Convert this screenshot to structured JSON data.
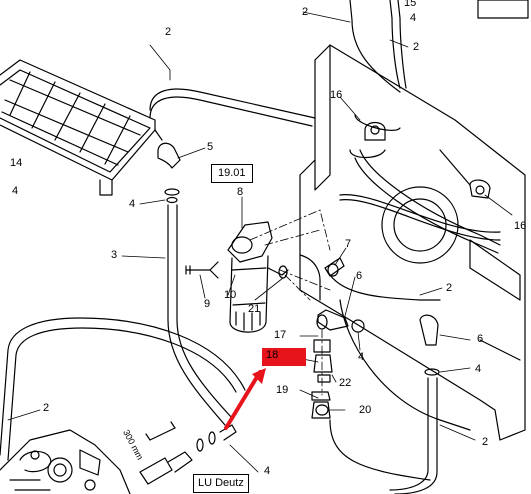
{
  "callouts": {
    "c2_top": "2",
    "c15": "15",
    "c4_top": "4",
    "c2_right_top": "2",
    "c2_left_top": "2",
    "c16_mid": "16",
    "c16_right": "16",
    "c14": "14",
    "c4_left": "4",
    "c5": "5",
    "c4_mid": "4",
    "c8": "8",
    "c3": "3",
    "c7": "7",
    "c6_mid": "6",
    "c2_right_mid": "2",
    "c9": "9",
    "c10": "10",
    "c21": "21",
    "c17": "17",
    "c4_center": "4",
    "c6_right": "6",
    "c4_right": "4",
    "c22": "22",
    "c19": "19",
    "c20": "20",
    "c2_left_bottom": "2",
    "c2_bottom_right": "2",
    "c4_bottom": "4"
  },
  "reference_box": "19.01",
  "highlight_label": "18",
  "highlight_color": "#e8141c",
  "dimension_text": "300 mm",
  "engine_label": "LU Deutz"
}
